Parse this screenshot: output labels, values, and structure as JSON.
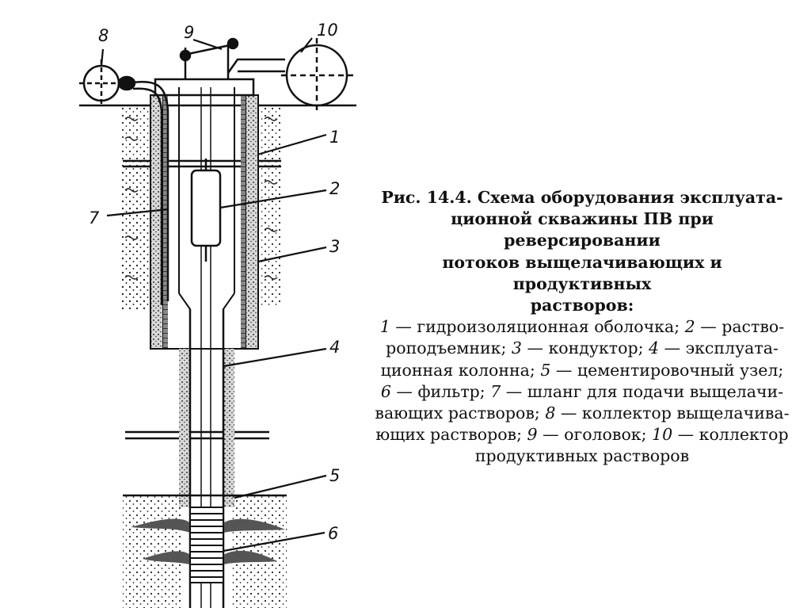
{
  "diagram": {
    "labels": [
      "1",
      "2",
      "3",
      "4",
      "5",
      "6",
      "7",
      "8",
      "9",
      "10"
    ]
  },
  "caption": {
    "title_lines": [
      "Рис. 14.4. Схема оборудования эксплуата-",
      "ционной скважины ПВ при реверсировании",
      "потоков выщелачивающих и продуктивных",
      "растворов:"
    ],
    "legend_lines": [
      [
        {
          "n": "1",
          "t": " — гидроизоляционная оболочка; "
        },
        {
          "n": "2",
          "t": " — раство-"
        }
      ],
      [
        {
          "n": "",
          "t": "роподъемник; "
        },
        {
          "n": "3",
          "t": " — кондуктор; "
        },
        {
          "n": "4",
          "t": " — эксплуата-"
        }
      ],
      [
        {
          "n": "",
          "t": "ционная колонна; "
        },
        {
          "n": "5",
          "t": " — цементировочный узел;"
        }
      ],
      [
        {
          "n": "6",
          "t": " — фильтр; "
        },
        {
          "n": "7",
          "t": " — шланг для подачи выщелачи-"
        }
      ],
      [
        {
          "n": "",
          "t": "вающих растворов; "
        },
        {
          "n": "8",
          "t": " — коллектор выщелачива-"
        }
      ],
      [
        {
          "n": "",
          "t": "ющих растворов; "
        },
        {
          "n": "9",
          "t": " — оголовок; "
        },
        {
          "n": "10",
          "t": " — коллектор"
        }
      ],
      [
        {
          "n": "",
          "t": "продуктивных растворов"
        }
      ]
    ]
  }
}
